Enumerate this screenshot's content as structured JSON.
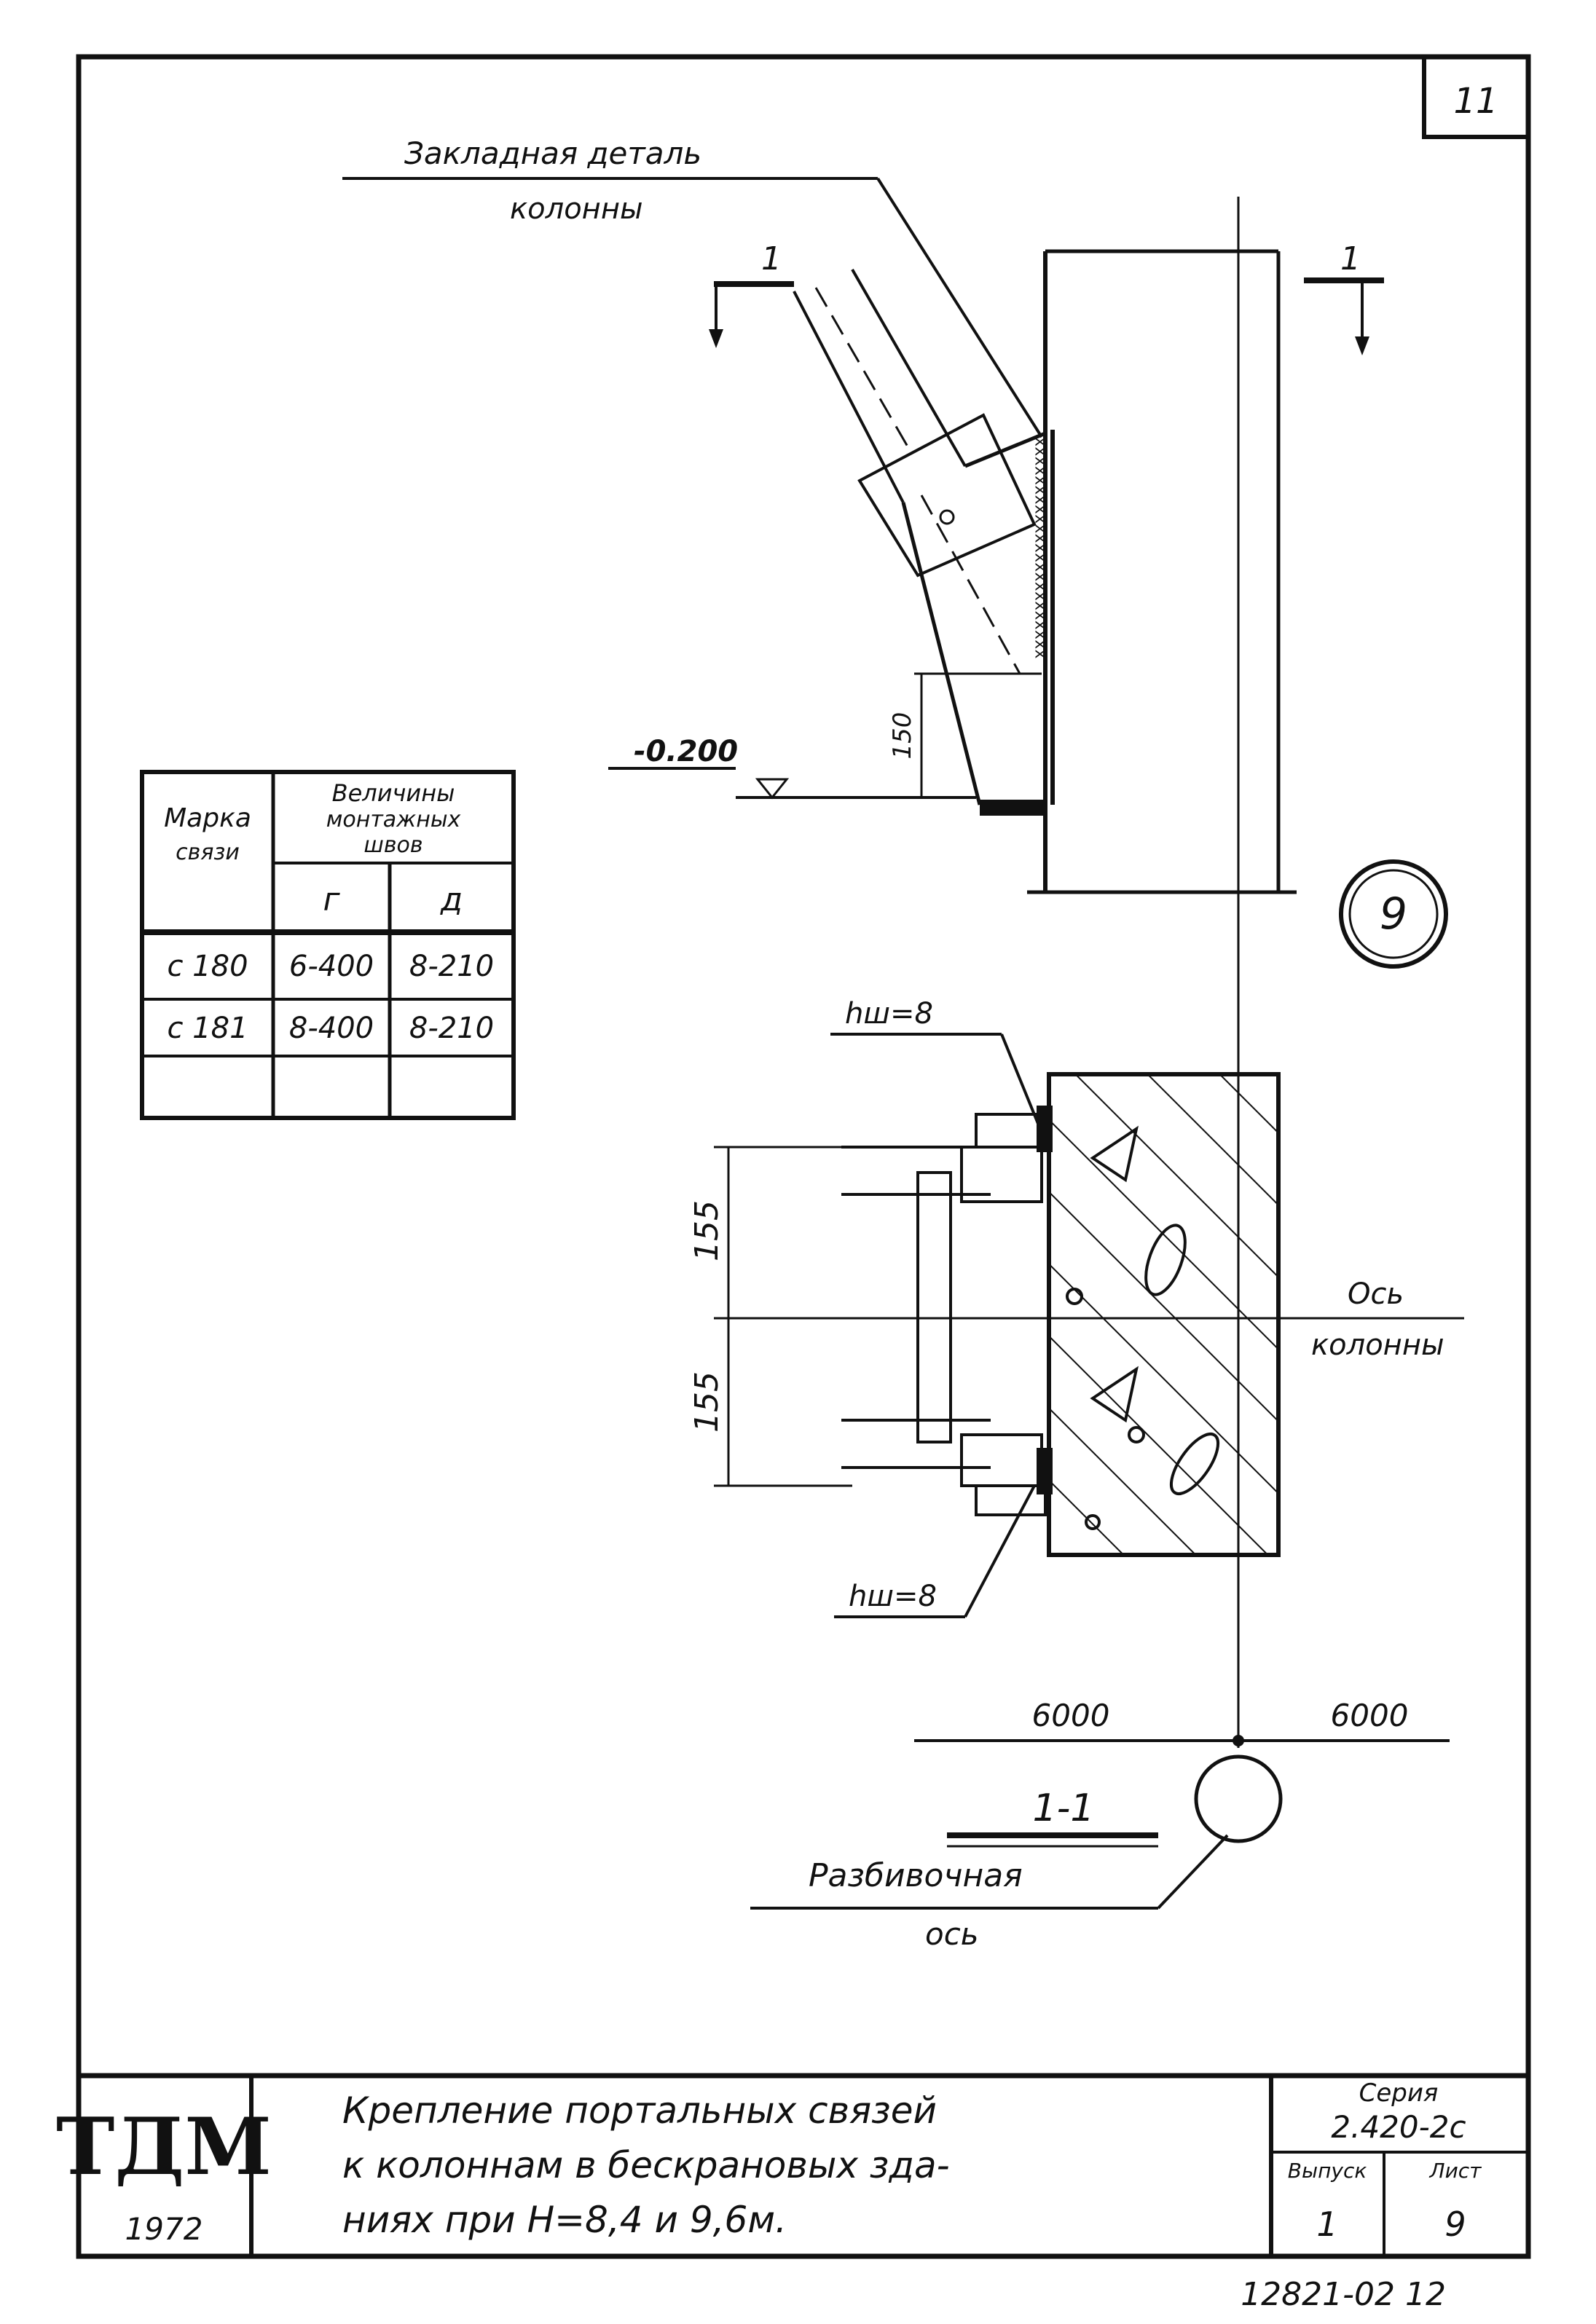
{
  "sheet_number": "11",
  "callouts": {
    "embedded_part_line1": "Закладная деталь",
    "embedded_part_line2": "колонны",
    "section_mark_left": "1",
    "section_mark_right": "1",
    "elevation": "-0.200",
    "dim_150": "150",
    "column_axis_marker": "9",
    "weld_top": "hш=8",
    "weld_bottom": "hш=8",
    "dim_155_top": "155",
    "dim_155_bottom": "155",
    "column_axis_line1": "Ось",
    "column_axis_line2": "колонны",
    "span_left": "6000",
    "span_right": "6000",
    "section_title": "1-1",
    "grid_axis_line1": "Разбивочная",
    "grid_axis_line2": "ось"
  },
  "weld_table": {
    "header_mark_line1": "Марка",
    "header_mark_line2": "связи",
    "header_group_line1": "Величины",
    "header_group_line2": "монтажных",
    "header_group_line3": "швов",
    "col_g": "г",
    "col_d": "д",
    "rows": [
      [
        "с 180",
        "6-400",
        "8-210"
      ],
      [
        "с 181",
        "8-400",
        "8-210"
      ],
      [
        "",
        "",
        ""
      ]
    ]
  },
  "title_block": {
    "logo": "ТДМ",
    "year": "1972",
    "title_line1": "Крепление портальных связей",
    "title_line2": "к колоннам в бескрановых зда-",
    "title_line3": "ниях при H=8,4 и 9,6м.",
    "series_label": "Серия",
    "series_value": "2.420-2с",
    "issue_label": "Выпуск",
    "issue_value": "1",
    "sheet_label": "Лист",
    "sheet_value": "9"
  },
  "footer_code": "12821-02 12"
}
